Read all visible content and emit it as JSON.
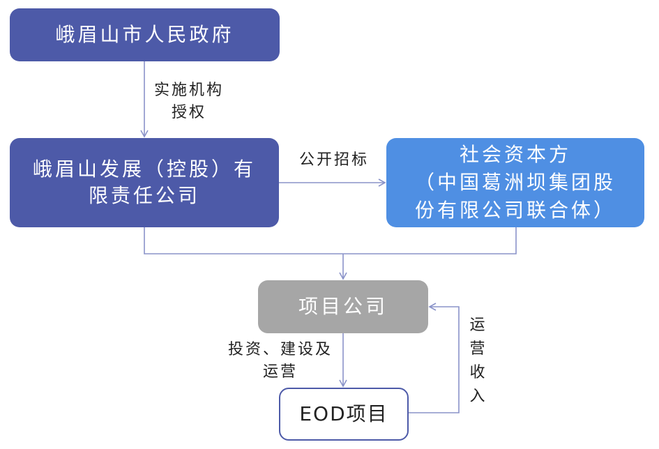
{
  "nodes": {
    "gov": "峨眉山市人民政府",
    "dev_company": "峨眉山发展（控股）有\n限责任公司",
    "social_capital": "社会资本方\n（中国葛洲坝集团股\n份有限公司联合体）",
    "project_company": "项目公司",
    "eod_project": "EOD项目"
  },
  "edges": {
    "authorize": "实施机构\n授权",
    "tender": "公开招标",
    "invest": "投资、建设及\n运营",
    "income": "运\n营\n收\n入"
  },
  "colors": {
    "dark_blue": "#4d5aa8",
    "light_blue": "#4f8fe3",
    "gray": "#a6a6a6",
    "line": "#8a93c9"
  }
}
